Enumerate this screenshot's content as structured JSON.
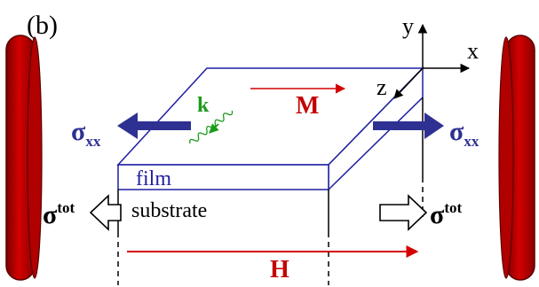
{
  "panel_label": "(b)",
  "axes": {
    "y": "y",
    "x": "x",
    "z": "z"
  },
  "wave_vector": {
    "symbol": "k"
  },
  "magnetization": {
    "symbol": "M"
  },
  "layers": {
    "film": "film",
    "substrate": "substrate"
  },
  "stress_left": {
    "base": "σ",
    "sub": "xx"
  },
  "stress_right": {
    "base": "σ",
    "sub": "xx"
  },
  "total_left": {
    "base": "σ",
    "sup": "tot"
  },
  "total_right": {
    "base": "σ",
    "sup": "tot"
  },
  "field": {
    "symbol": "H"
  },
  "colors": {
    "magnet_red": "#c40000",
    "stress_blue": "#2e3192",
    "film_blue": "#1f1fa0",
    "k_green": "#1a9c1a",
    "arrow_red": "#d40000"
  }
}
